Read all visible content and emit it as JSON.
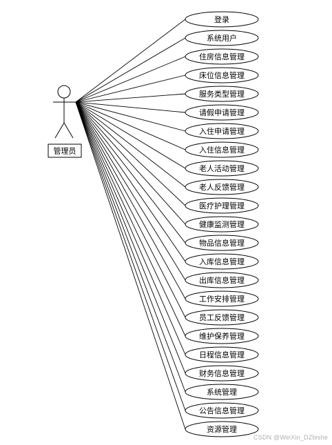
{
  "actor": {
    "label": "管理员"
  },
  "use_cases": [
    "登录",
    "系统用户",
    "住房信息管理",
    "床位信息管理",
    "服务类型管理",
    "请假申请管理",
    "入住申请管理",
    "入住信息管理",
    "老人活动管理",
    "老人反馈管理",
    "医疗护理管理",
    "健康监测管理",
    "物品信息管理",
    "入库信息管理",
    "出库信息管理",
    "工作安排管理",
    "员工反馈管理",
    "维护保养管理",
    "日程信息管理",
    "财务信息管理",
    "系统管理",
    "公告信息管理",
    "资源管理"
  ],
  "watermark": "CSDN @WeiXin_DZbishe"
}
